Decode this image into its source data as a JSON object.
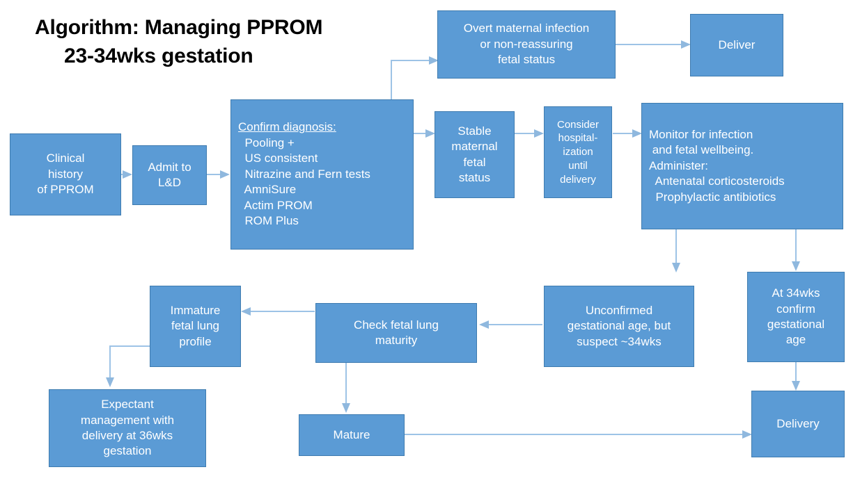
{
  "title": {
    "line1": "Algorithm:  Managing PPROM",
    "line2": "23-34wks gestation"
  },
  "colors": {
    "node_fill": "#5B9BD5",
    "node_border": "#3E7BAF",
    "node_text": "#FFFFFF",
    "arrow": "#9DC3E6",
    "title_text": "#000000",
    "background": "#FFFFFF"
  },
  "nodes": {
    "clinical_history": {
      "lines": [
        "Clinical",
        "history",
        "of PPROM"
      ]
    },
    "admit_ld": {
      "lines": [
        "Admit to",
        "L&D"
      ]
    },
    "confirm_diagnosis": {
      "heading": "Confirm diagnosis:",
      "lines": [
        "  Pooling +",
        "  US consistent",
        "  Nitrazine and Fern tests",
        "  AmniSure",
        "  Actim PROM",
        "  ROM Plus"
      ]
    },
    "overt_infection": {
      "lines": [
        "Overt maternal infection",
        "or non-reassuring",
        "fetal status"
      ]
    },
    "deliver": {
      "lines": [
        "Deliver"
      ]
    },
    "stable_status": {
      "lines": [
        "Stable",
        "maternal",
        "fetal",
        "status"
      ]
    },
    "consider_hospitalization": {
      "lines": [
        "Consider",
        "hospital-",
        "ization",
        "until",
        "delivery"
      ]
    },
    "monitor": {
      "lines": [
        "Monitor for infection",
        " and fetal wellbeing.",
        "Administer:",
        "  Antenatal corticosteroids",
        "  Prophylactic antibiotics"
      ]
    },
    "at_34wks": {
      "lines": [
        "At 34wks",
        "confirm",
        "gestational",
        "age"
      ]
    },
    "unconfirmed_age": {
      "lines": [
        "Unconfirmed",
        "gestational age, but",
        "suspect ~34wks"
      ]
    },
    "check_lung_maturity": {
      "lines": [
        "Check fetal lung",
        "maturity"
      ]
    },
    "immature_profile": {
      "lines": [
        "Immature",
        "fetal lung",
        "profile"
      ]
    },
    "expectant_management": {
      "lines": [
        "Expectant",
        "management with",
        "delivery at 36wks",
        "gestation"
      ]
    },
    "mature": {
      "lines": [
        "Mature"
      ]
    },
    "delivery": {
      "lines": [
        "Delivery"
      ]
    }
  },
  "chart_data": {
    "type": "diagram",
    "title": "Algorithm: Managing PPROM 23-34wks gestation",
    "edges": [
      {
        "from": "clinical_history",
        "to": "admit_ld"
      },
      {
        "from": "admit_ld",
        "to": "confirm_diagnosis"
      },
      {
        "from": "confirm_diagnosis",
        "to": "overt_infection"
      },
      {
        "from": "confirm_diagnosis",
        "to": "stable_status"
      },
      {
        "from": "overt_infection",
        "to": "deliver"
      },
      {
        "from": "stable_status",
        "to": "consider_hospitalization"
      },
      {
        "from": "consider_hospitalization",
        "to": "monitor"
      },
      {
        "from": "monitor",
        "to": "unconfirmed_age"
      },
      {
        "from": "monitor",
        "to": "at_34wks"
      },
      {
        "from": "unconfirmed_age",
        "to": "check_lung_maturity"
      },
      {
        "from": "check_lung_maturity",
        "to": "immature_profile"
      },
      {
        "from": "check_lung_maturity",
        "to": "mature"
      },
      {
        "from": "immature_profile",
        "to": "expectant_management"
      },
      {
        "from": "mature",
        "to": "delivery"
      },
      {
        "from": "at_34wks",
        "to": "delivery"
      }
    ]
  }
}
